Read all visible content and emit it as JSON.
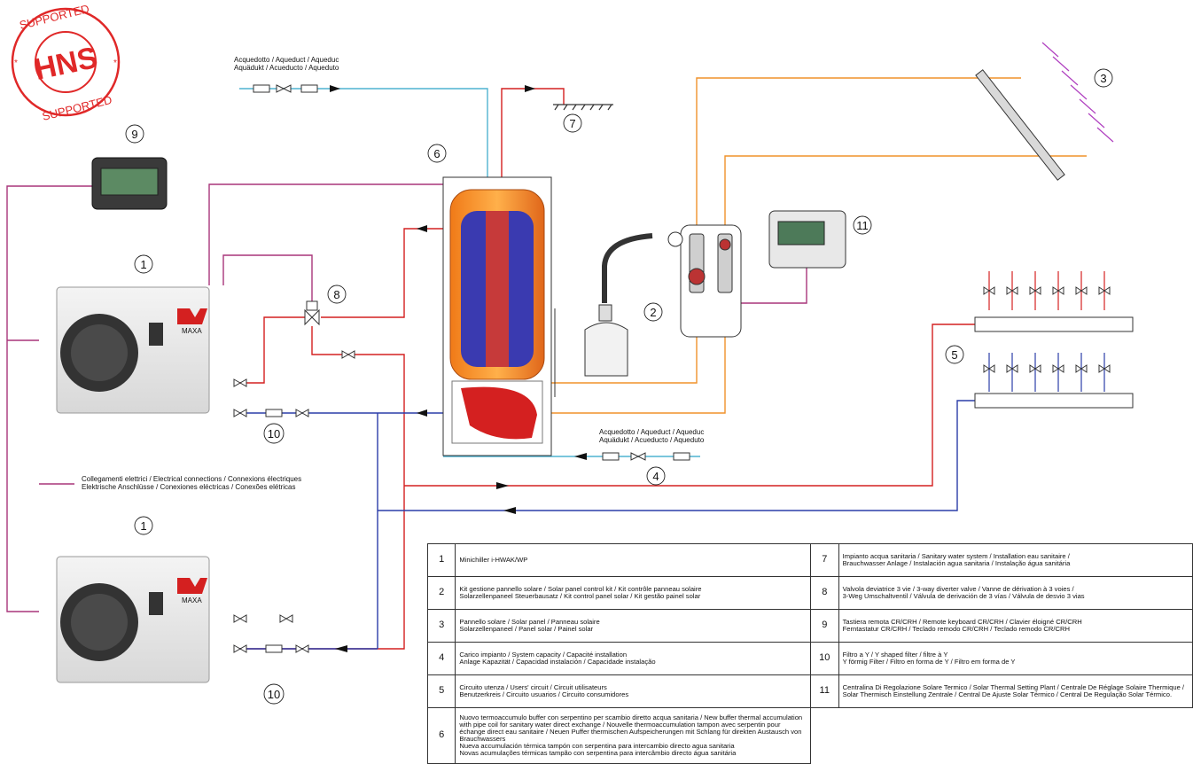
{
  "stamp": {
    "top_text": "SUPPORTED",
    "center": "HNS",
    "bottom_text": "SUPPORTED"
  },
  "labels": {
    "aqueduct_top_l1": "Acquedotto / Aqueduct / Aqueduc",
    "aqueduct_top_l2": "Aquädukt / Acueducto / Aqueduto",
    "aqueduct_mid_l1": "Acquedotto / Aqueduct / Aqueduc",
    "aqueduct_mid_l2": "Aquädukt / Acueducto / Aqueduto",
    "electrical_l1": "Collegamenti elettrici / Electrical connections / Connexions électriques",
    "electrical_l2": "Elektrische Anschlüsse / Conexiones eléctricas / Conexões elétricas",
    "brand_logo": "MAXA"
  },
  "callouts": {
    "c1a": "1",
    "c1b": "1",
    "c2": "2",
    "c3": "3",
    "c4": "4",
    "c5": "5",
    "c6": "6",
    "c7": "7",
    "c8": "8",
    "c9": "9",
    "c10a": "10",
    "c10b": "10",
    "c11": "11"
  },
  "colors": {
    "hot": "#d42020",
    "cold": "#2a3da8",
    "solar": "#f0922a",
    "electric": "#a8357a",
    "aqueduct": "#4fb3d0",
    "stamp": "#e02828"
  },
  "legend": [
    {
      "num": "1",
      "text": "Minichiller i-HWAK/WP"
    },
    {
      "num": "2",
      "text": "Kit gestione pannello solare / Solar panel control kit / Kit contrôle panneau solaire\nSolarzellenpaneel Steuerbausatz / Kit control panel solar / Kit gestão painel solar"
    },
    {
      "num": "3",
      "text": "Pannello solare / Solar panel / Panneau solaire\nSolarzellenpaneel / Panel solar / Painel solar"
    },
    {
      "num": "4",
      "text": "Carico impianto / System capacity / Capacité installation\nAnlage Kapazität / Capacidad instalación / Capacidade instalação"
    },
    {
      "num": "5",
      "text": "Circuito utenza / Users' circuit / Circuit utilisateurs\nBenutzerkreis / Circuito usuarios / Circuito consumidores"
    },
    {
      "num": "6",
      "text": "Nuovo termoaccumulo buffer con serpentino per scambio diretto acqua sanitaria / New buffer thermal accumulation with pipe coil for sanitary water direct exchange / Nouvelle thermoaccumulation tampon avec serpentin pour échange direct eau sanitaire / Neuen Puffer thermischen Aufspeicherungen mit Schlang für direkten Austausch von Brauchwassers\nNueva accumulación térmica tampón con serpentina para intercambio directo agua sanitaria\nNovas acumulações térmicas tampão con serpentina para intercâmbio directo água sanitária"
    },
    {
      "num": "7",
      "text": "Impianto acqua sanitaria / Sanitary water system / Installation eau sanitaire /\nBrauchwasser Anlage / Instalación agua sanitaria / Instalação água sanitária"
    },
    {
      "num": "8",
      "text": "Valvola deviatrice 3 vie / 3-way diverter valve / Vanne de dérivation à 3 voies /\n3-Weg Umschaltventil / Válvula de derivación de 3 vías / Válvula de desvio 3 vias"
    },
    {
      "num": "9",
      "text": "Tastiera remota CR/CRH / Remote keyboard CR/CRH / Clavier éloigné CR/CRH\nFerntastatur CR/CRH / Teclado remodo CR/CRH / Teclado remodo CR/CRH"
    },
    {
      "num": "10",
      "text": "Filtro a Y / Y shaped filter / filtre à Y\nY förmig Filter / Filtro en forma de Y / Filtro em forma de Y"
    },
    {
      "num": "11",
      "text": "Centralina Di Regolazione Solare Termico / Solar Thermal Setting Plant / Centrale De Réglage Solaire Thermique / Solar Thermisch Einstellung Zentrale / Central De Ajuste Solar Térmico / Central De Regulação Solar Térmico."
    }
  ]
}
